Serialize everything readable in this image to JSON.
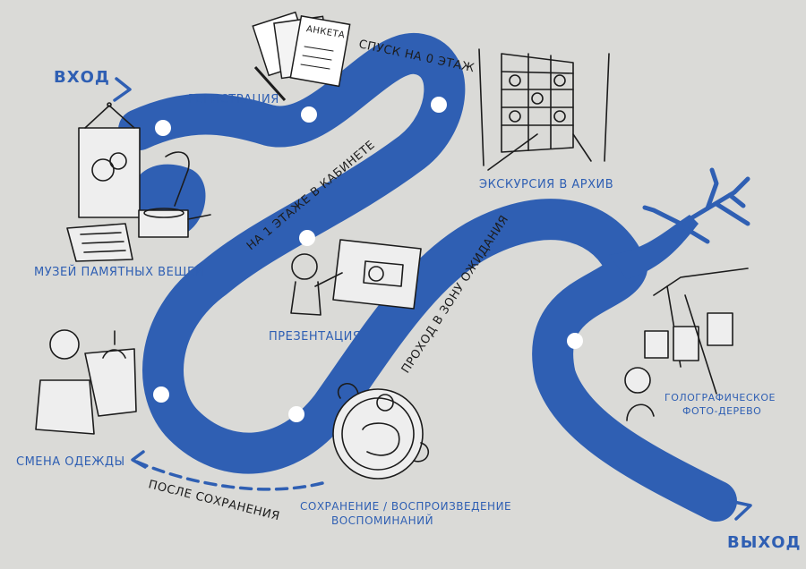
{
  "labels": {
    "entrance": "ВХОД",
    "exit": "ВЫХОД",
    "registration": "РЕГИСТРАЦИЯ",
    "descent": "СПУСК НА 0 ЭТАЖ",
    "archive_tour": "ЭКСКУРСИЯ В АРХИВ",
    "museum": "МУЗЕЙ ПАМЯТНЫХ ВЕЩЕЙ",
    "floor1": "НА 1 ЭТАЖЕ В КАБИНЕТЕ",
    "presentation": "ПРЕЗЕНТАЦИЯ",
    "waiting": "ПРОХОД В ЗОНУ ОЖИДАНИЯ",
    "holo_line1": "ГОЛОГРАФИЧЕСКОЕ",
    "holo_line2": "ФОТО-ДЕРЕВО",
    "change": "СМЕНА ОДЕЖДЫ",
    "after_save": "ПОСЛЕ СОХРАНЕНИЯ",
    "save_line1": "СОХРАНЕНИЕ / ВОСПРОИЗВЕДЕНИЕ",
    "save_line2": "ВОСПОМИНАНИЙ",
    "form_word": "АНКЕТА"
  },
  "colors": {
    "path": "#2f5fb3",
    "background": "#dadad7",
    "ink": "#1c1c1c",
    "node": "#ffffff"
  }
}
